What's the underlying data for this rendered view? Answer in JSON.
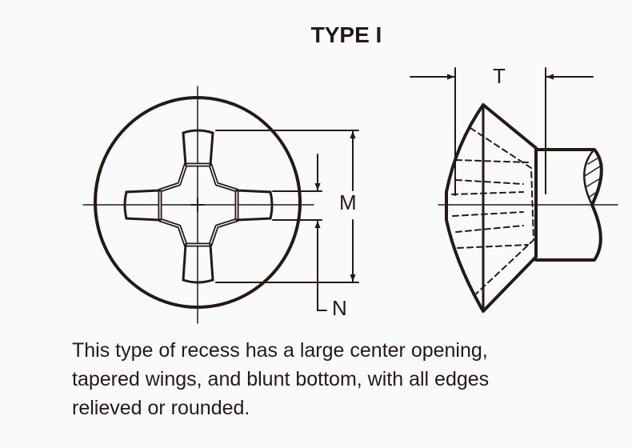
{
  "title": "TYPE I",
  "labels": {
    "m": "M",
    "n": "N",
    "t": "T"
  },
  "caption": [
    "This type of recess has a large center opening,",
    "tapered wings, and blunt bottom, with all edges",
    "relieved or rounded."
  ],
  "colors": {
    "ink": "#231a17",
    "background": "#fafafa"
  }
}
